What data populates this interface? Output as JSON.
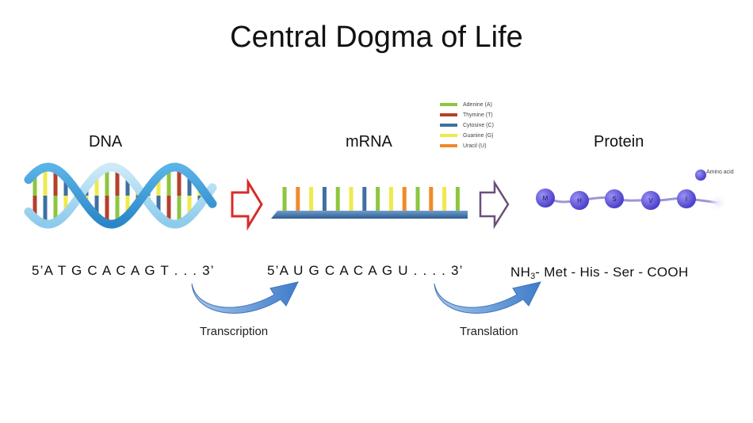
{
  "title": "Central Dogma of Life",
  "sections": {
    "dna": "DNA",
    "mrna": "mRNA",
    "protein": "Protein"
  },
  "legend": [
    {
      "label": "Adenine (A)",
      "color": "#8cc63f"
    },
    {
      "label": "Thymine (T)",
      "color": "#b5402b"
    },
    {
      "label": "Cytosine (C)",
      "color": "#3f6fa3"
    },
    {
      "label": "Guanine (G)",
      "color": "#eeea4c"
    },
    {
      "label": "Uracil (U)",
      "color": "#f08a2a"
    }
  ],
  "amino_acid_legend": "Amino acid",
  "amino_acids": [
    "M",
    "H",
    "S",
    "V",
    "I"
  ],
  "sequences": {
    "dna": "5’A T G C A C A G T . . . 3’",
    "mrna": "5’A U G C A C A G U . . . . 3’",
    "protein_prefix": "NH",
    "protein_sub": "3",
    "protein_rest": "- Met  -  His -  Ser - COOH"
  },
  "processes": {
    "transcription": "Transcription",
    "translation": "Translation"
  },
  "colors": {
    "helix_light": "#9ed3ef",
    "helix_dark": "#3a9ad6",
    "transition_arrow_red": "#d92b2b",
    "transition_arrow_purple": "#6a4f7a",
    "curved_arrow": "#5b8fd0",
    "mrna_backbone": "#3f6fa3",
    "amino_acid": "#5a4fd6"
  }
}
